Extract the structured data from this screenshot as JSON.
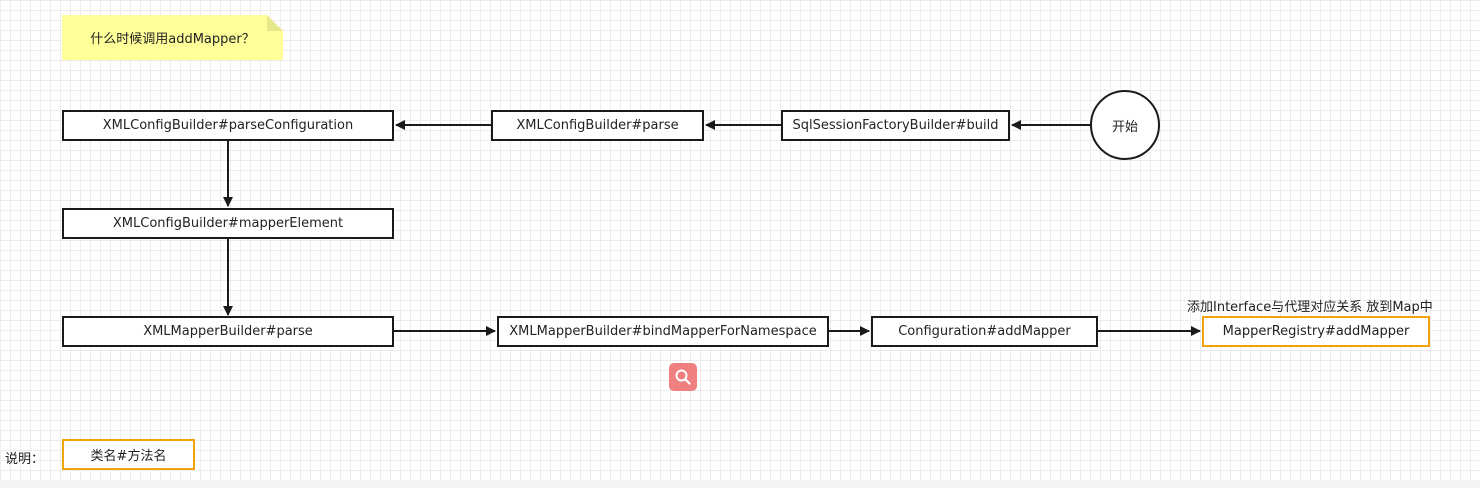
{
  "note": {
    "text": "什么时候调用addMapper？"
  },
  "start_node": {
    "label": "开始"
  },
  "nodes": {
    "sqlsession_build": "SqlSessionFactoryBuilder#build",
    "xmlconfig_parse": "XMLConfigBuilder#parse",
    "xmlconfig_parse_configuration": "XMLConfigBuilder#parseConfiguration",
    "xmlconfig_mapper_element": "XMLConfigBuilder#mapperElement",
    "xmlmapper_parse": "XMLMapperBuilder#parse",
    "xmlmapper_bind_namespace": "XMLMapperBuilder#bindMapperForNamespace",
    "configuration_add_mapper": "Configuration#addMapper",
    "mapper_registry_add_mapper": "MapperRegistry#addMapper"
  },
  "annotation": {
    "text": "添加Interface与代理对应关系 放到Map中"
  },
  "legend": {
    "label": "说明：",
    "sample": "类名#方法名"
  },
  "colors": {
    "highlight_border": "#f0a30a",
    "note_fill": "#ffff99",
    "search_button": "#f07f7f"
  },
  "icons": {
    "floating_button": "search-icon"
  }
}
